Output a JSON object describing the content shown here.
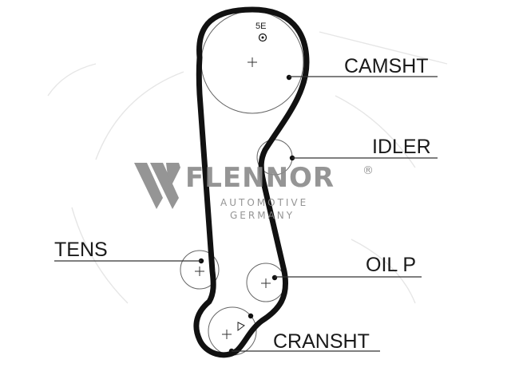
{
  "diagram": {
    "labels": {
      "camshaft": "CAMSHT",
      "idler": "IDLER",
      "tensioner": "TENS",
      "oil_pump": "OIL P",
      "crankshaft": "CRANSHT",
      "timing_mark": "5E"
    },
    "watermark": {
      "brand": "FLENNOR",
      "registered": "®",
      "line1": "AUTOMOTIVE",
      "line2": "GERMANY"
    }
  }
}
